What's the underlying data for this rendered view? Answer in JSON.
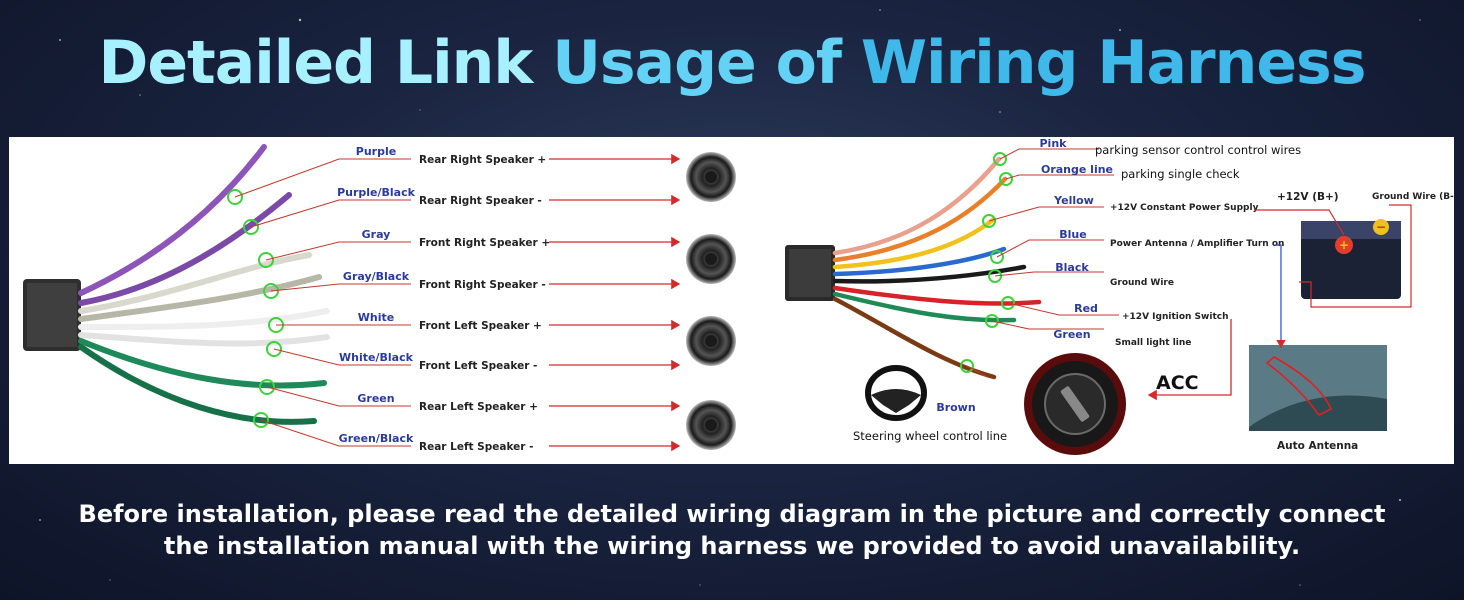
{
  "title": {
    "part1": "Detailed Link",
    "part2": "Usage of",
    "part3": "Wiring Harness"
  },
  "speaker_diagram": {
    "rows": [
      {
        "color": "Purple",
        "function": "Rear Right Speaker +",
        "wire_hex": "#8e55b8"
      },
      {
        "color": "Purple/Black",
        "function": "Rear Right Speaker -",
        "wire_hex": "#7a4aa6"
      },
      {
        "color": "Gray",
        "function": "Front Right Speaker +",
        "wire_hex": "#d8d8cc"
      },
      {
        "color": "Gray/Black",
        "function": "Front Right Speaker -",
        "wire_hex": "#b7b7a8"
      },
      {
        "color": "White",
        "function": "Front Left Speaker +",
        "wire_hex": "#eeeeee"
      },
      {
        "color": "White/Black",
        "function": "Front Left Speaker -",
        "wire_hex": "#e2e2e2"
      },
      {
        "color": "Green",
        "function": "Rear Left Speaker +",
        "wire_hex": "#1e8a5a"
      },
      {
        "color": "Green/Black",
        "function": "Rear Left Speaker -",
        "wire_hex": "#167048"
      }
    ]
  },
  "power_diagram": {
    "rows": [
      {
        "color": "Pink",
        "function": "parking sensor control control wires",
        "wire_hex": "#e9a08c"
      },
      {
        "color": "Orange line",
        "function": "parking single check",
        "wire_hex": "#e8802a"
      },
      {
        "color": "Yellow",
        "function": "+12V Constant Power Supply",
        "wire_hex": "#f2c21c"
      },
      {
        "color": "Blue",
        "function": "Power Antenna / Amplifier Turn on",
        "wire_hex": "#2a6ad0"
      },
      {
        "color": "Black",
        "function": "Ground Wire",
        "wire_hex": "#1a1a1a"
      },
      {
        "color": "Red",
        "function": "+12V  Ignition Switch",
        "wire_hex": "#d8222a"
      },
      {
        "color": "Green",
        "function": "Small light line",
        "wire_hex": "#1f8a55"
      }
    ],
    "brown": {
      "color": "Brown",
      "function": "Steering wheel control line"
    },
    "battery": {
      "positive": "+12V  (B+)",
      "ground": "Ground Wire (B-)"
    },
    "acc_label": "ACC",
    "antenna_label": "Auto Antenna"
  },
  "caption": {
    "line1": "Before installation, please read the detailed wiring diagram in the picture and correctly connect",
    "line2": "the installation manual with the wiring harness we provided to avoid unavailability."
  }
}
